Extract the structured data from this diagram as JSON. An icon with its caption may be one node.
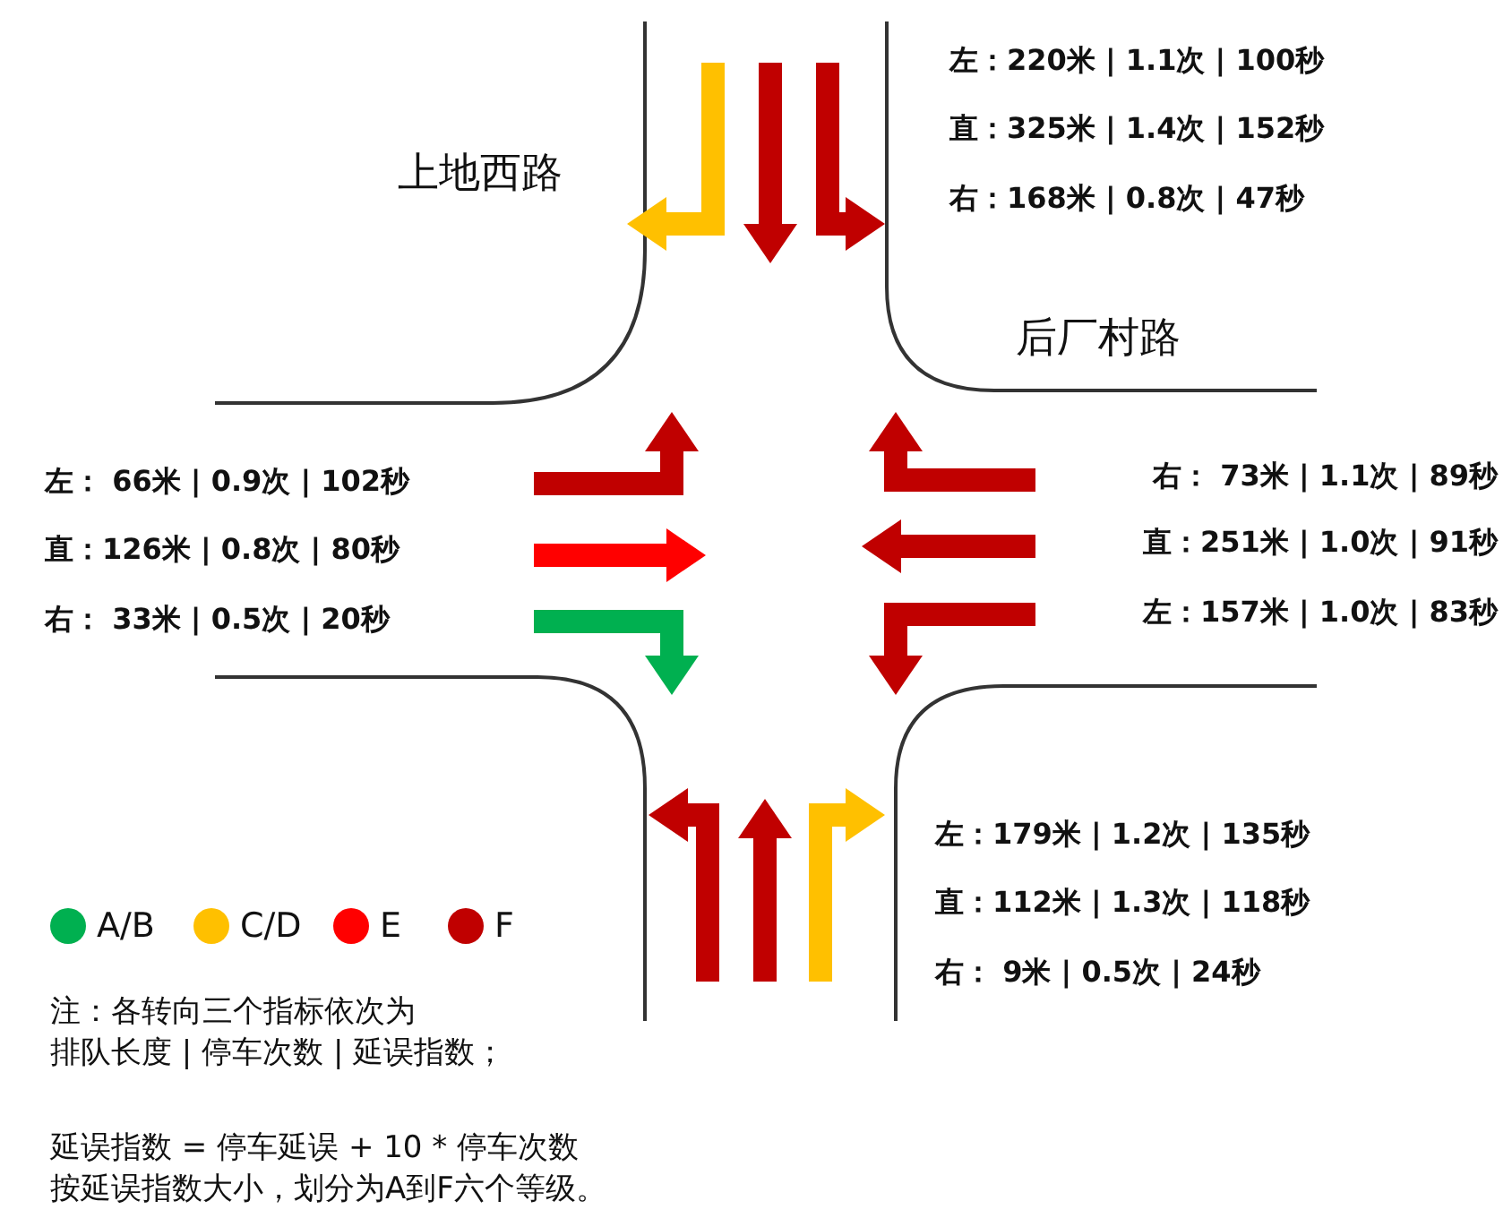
{
  "diagram": {
    "labels": [
      "左：220米 | 1.1次 | 100秒",
      "直：325米 | 1.4次 | 152秒",
      "右：168米 | 0.8次 | 47秒",
      "上地西路",
      "后厂村路",
      "左： 66米 | 0.9次 | 102秒",
      "直：126米 | 0.8次 | 80秒",
      "右： 33米 | 0.5次 | 20秒",
      "右： 73米 | 1.1次 | 89秒",
      "直：251米 | 1.0次 | 91秒",
      "左：157米 | 1.0次 | 83秒",
      "左：179米 | 1.2次 | 135秒",
      "直：112米 | 1.3次 | 118秒",
      "右： 9米 | 0.5次 | 24秒",
      "注：各转向三个指标依次为",
      "排队长度 | 停车次数 | 延误指数；",
      "延误指数 = 停车延误 + 10 * 停车次数",
      "按延误指数大小，划分为A到F六个等级。"
    ],
    "legend": [
      {
        "text": "A/B",
        "color": "#00b050"
      },
      {
        "text": "C/D",
        "color": "#ffc000"
      },
      {
        "text": "E",
        "color": "#ff0000"
      },
      {
        "text": "F",
        "color": "#c00000"
      }
    ]
  }
}
